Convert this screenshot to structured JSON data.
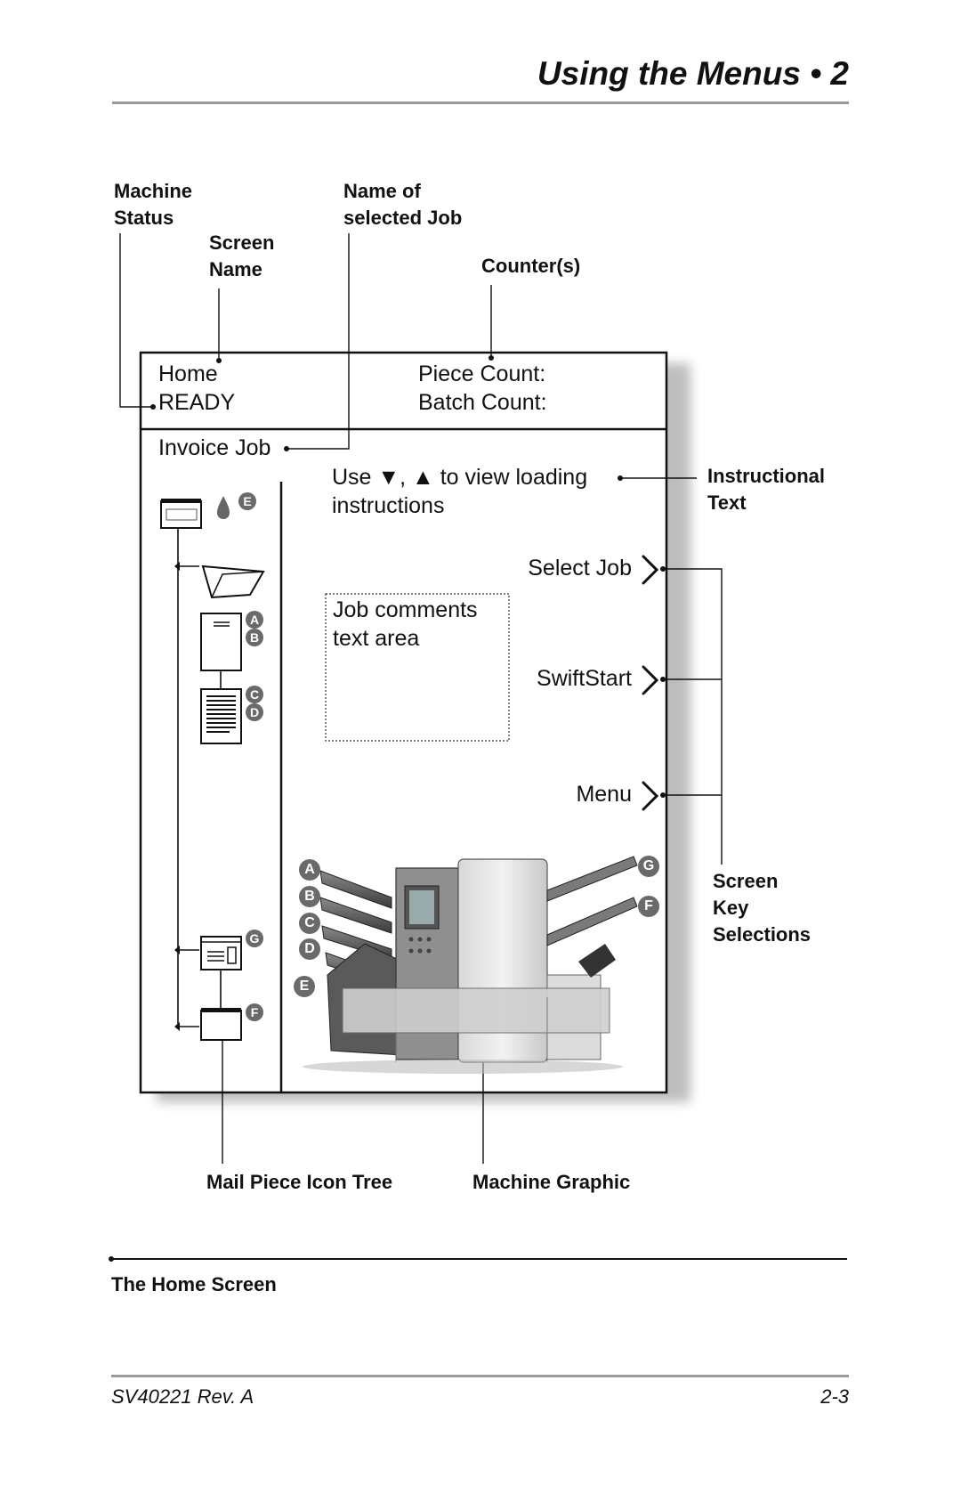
{
  "header": {
    "title": "Using the Menus • 2"
  },
  "callouts": {
    "machine_status": [
      "Machine",
      "Status"
    ],
    "screen_name": [
      "Screen",
      "Name"
    ],
    "job_name": [
      "Name of",
      "selected Job"
    ],
    "counters": "Counter(s)",
    "instructional_text": [
      "Instructional",
      "Text"
    ],
    "screen_keys": [
      "Screen",
      "Key",
      "Selections"
    ],
    "icon_tree": "Mail Piece Icon Tree",
    "machine_graphic": "Machine Graphic"
  },
  "screen": {
    "screen_name": "Home",
    "status": "READY",
    "piece_count": "Piece Count:",
    "batch_count": "Batch Count:",
    "job_name": "Invoice Job",
    "instructions": [
      "Use ▼, ▲ to view loading",
      "instructions"
    ],
    "comments": [
      "Job comments",
      "text area"
    ],
    "keys": [
      "Select Job",
      "SwiftStart",
      "Menu"
    ],
    "tree_badges": [
      "E",
      "A",
      "B",
      "C",
      "D",
      "G",
      "F"
    ],
    "machine_badges": [
      "A",
      "B",
      "C",
      "D",
      "E",
      "G",
      "F"
    ]
  },
  "caption": "The Home Screen",
  "footer": {
    "doc_id": "SV40221 Rev. A",
    "page": "2-3"
  },
  "icons": [
    "envelope-icon",
    "ink-drop-icon",
    "folder-icon",
    "sheet-icon",
    "text-sheet-icon",
    "address-sheet-icon",
    "insert-envelope-icon",
    "chevron-right-icon"
  ]
}
